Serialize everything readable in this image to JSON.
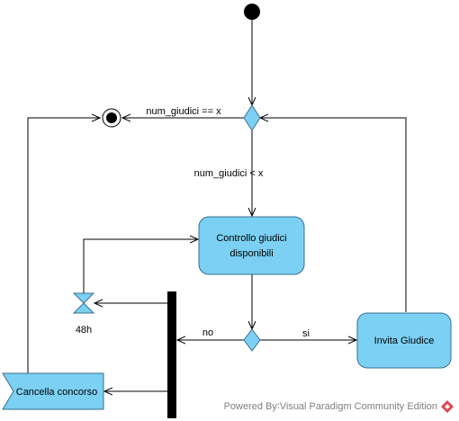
{
  "diagram": {
    "type": "uml-activity-diagram",
    "nodes": {
      "controllo": {
        "line1": "Controllo giudici",
        "line2": "disponibili"
      },
      "invita": {
        "label": "Invita Giudice"
      },
      "cancella": {
        "label": "Cancella concorso"
      },
      "timer": {
        "label": "48h"
      }
    },
    "guards": {
      "equal": "num_giudici == x",
      "less": "num_giudici < x",
      "no": "no",
      "si": "si"
    },
    "footer": "Powered By∶Visual Paradigm Community Edition",
    "colors": {
      "action_fill": "#7bd0f3",
      "stroke": "#3a6f8c",
      "bar": "#000000",
      "footer_logo": "#e0454c"
    }
  }
}
